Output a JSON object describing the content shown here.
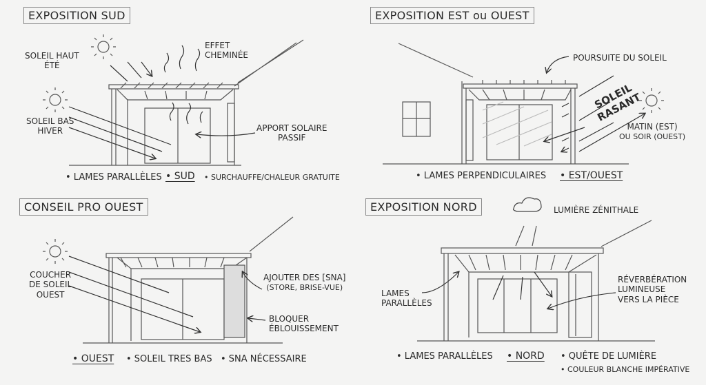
{
  "panels": {
    "sud": {
      "title": "EXPOSITION SUD",
      "label_summer": [
        "SOLEIL HAUT",
        "ÉTÉ"
      ],
      "label_chimney": [
        "EFFET",
        "CHEMINÉE"
      ],
      "label_winter": [
        "SOLEIL BAS",
        "HIVER"
      ],
      "label_passive": [
        "APPORT SOLAIRE",
        "PASSIF"
      ],
      "bullets": [
        "• LAMES PARALLÈLES",
        "• SUD",
        "• SURCHAUFFE/CHALEUR GRATUITE"
      ]
    },
    "est_ouest": {
      "title": "EXPOSITION EST ou OUEST",
      "label_tracking": "POURSUITE DU SOLEIL",
      "label_grazing": [
        "SOLEIL",
        "RASANT"
      ],
      "label_time": [
        "MATIN (EST)",
        "OU SOIR (OUEST)"
      ],
      "bullets": [
        "• LAMES PERPENDICULAIRES",
        "• EST/OUEST"
      ]
    },
    "conseil": {
      "title": "CONSEIL PRO OUEST",
      "label_sunset": [
        "COUCHER",
        "DE SOLEIL",
        "OUEST"
      ],
      "label_add": [
        "AJOUTER DES [SNA]",
        "(STORE, BRISE-VUE)"
      ],
      "label_block": [
        "BLOQUER",
        "ÉBLOUISSEMENT"
      ],
      "bullets": [
        "• OUEST",
        "• SOLEIL TRES BAS",
        "• SNA NÉCESSAIRE"
      ]
    },
    "nord": {
      "title": "EXPOSITION NORD",
      "label_zenith": "LUMIÈRE ZÉNITHALE",
      "label_blades": [
        "LAMES",
        "PARALLÈLES"
      ],
      "label_reverb": [
        "RÉVERBÉRATION",
        "LUMINEUSE",
        "VERS LA PIÈCE"
      ],
      "bullets": [
        "• LAMES PARALLÈLES",
        "• NORD",
        "• QUÊTE DE LUMIÈRE",
        "• COULEUR BLANCHE IMPÉRATIVE"
      ]
    }
  }
}
